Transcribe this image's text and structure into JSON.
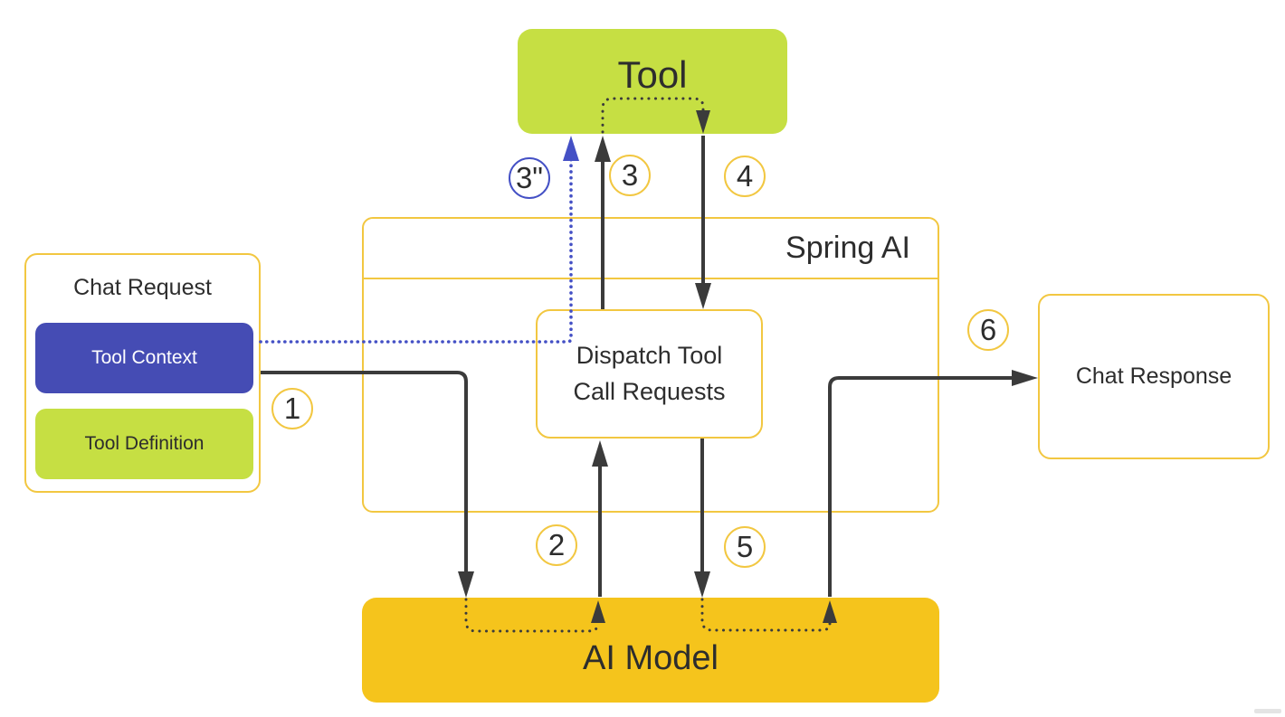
{
  "boxes": {
    "tool": {
      "label": "Tool",
      "fill": "#c6df43"
    },
    "spring_ai": {
      "label": "Spring AI"
    },
    "dispatch": {
      "label_line1": "Dispatch Tool",
      "label_line2": "Call Requests"
    },
    "chat_request": {
      "title": "Chat Request",
      "items": [
        {
          "label": "Tool Context",
          "fill": "#454cb4"
        },
        {
          "label": "Tool Definition",
          "fill": "#c6df43"
        }
      ]
    },
    "chat_response": {
      "label": "Chat Response"
    },
    "ai_model": {
      "label": "AI Model",
      "fill": "#f5c41c"
    }
  },
  "badges": [
    {
      "label": "1",
      "style": "yellow"
    },
    {
      "label": "2",
      "style": "yellow"
    },
    {
      "label": "3\"",
      "style": "blue"
    },
    {
      "label": "3",
      "style": "yellow"
    },
    {
      "label": "4",
      "style": "yellow"
    },
    {
      "label": "5",
      "style": "yellow"
    },
    {
      "label": "6",
      "style": "yellow"
    }
  ],
  "colors": {
    "lime": "#c6df43",
    "amber": "#f5c41c",
    "indigo": "#454cb4",
    "border_yellow": "#f2c741",
    "blue_accent": "#4450c5",
    "line_dark": "#3b3b3b",
    "text_dark": "#2d2d2d"
  }
}
